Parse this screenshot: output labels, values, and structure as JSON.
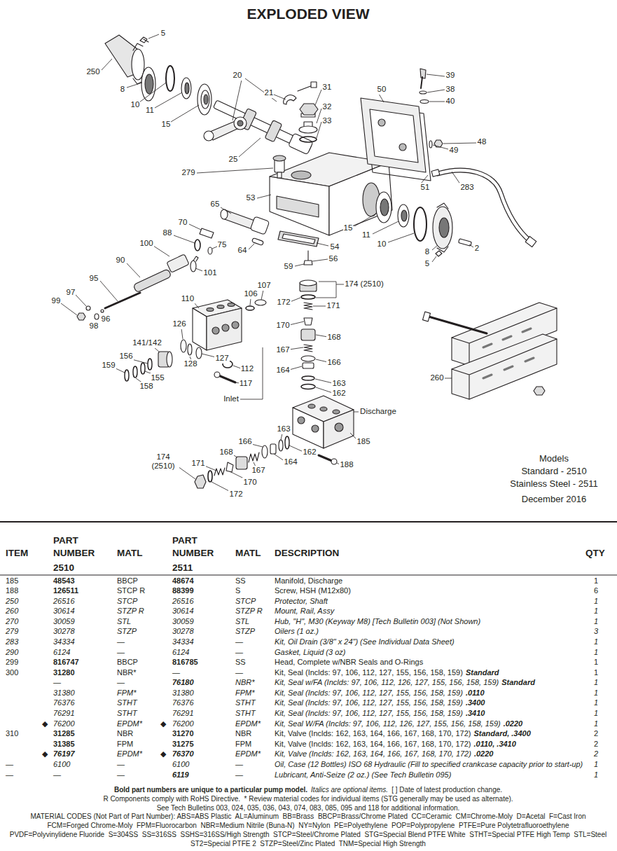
{
  "diagram": {
    "title": "EXPLODED VIEW",
    "labels": [
      "5",
      "250",
      "20",
      "39",
      "8",
      "31",
      "50",
      "38",
      "21",
      "10",
      "40",
      "32",
      "11",
      "33",
      "15",
      "48",
      "49",
      "25",
      "279",
      "51",
      "283",
      "53",
      "65",
      "70",
      "15",
      "88",
      "11",
      "100",
      "75",
      "10",
      "54",
      "2",
      "64",
      "8",
      "56",
      "90",
      "5",
      "59",
      "101",
      "95",
      "174 (2510)",
      "107",
      "97",
      "106",
      "110",
      "99",
      "172",
      "171",
      "96",
      "126",
      "170",
      "98",
      "168",
      "141/142",
      "167",
      "156",
      "127",
      "166",
      "128",
      "159",
      "112",
      "164",
      "260",
      "155",
      "163",
      "117",
      "158",
      "162",
      "Inlet",
      "Discharge",
      "163",
      "185",
      "166",
      "168",
      "162",
      "174 (2510)",
      "164",
      "171",
      "188",
      "167",
      "170",
      "172",
      "Models",
      "Standard - 2510",
      "Stainless Steel - 2511",
      "December 2016",
      "ITEM",
      "PART NUMBER",
      "MATL",
      "PART NUMBER",
      "MATL",
      "DESCRIPTION",
      "QTY",
      "2510",
      "2511",
      "185",
      "48543",
      "BBCP",
      "48674",
      "SS",
      "Manifold, Discharge",
      "1",
      "188",
      "126511",
      "STCP R",
      "88399",
      "S",
      "Screw, HSH (M12x80)",
      "6",
      "250",
      "26516",
      "STCP",
      "26516",
      "STCP",
      "Protector, Shaft",
      "1",
      "260",
      "30614",
      "STZP R",
      "30614",
      "STZP R",
      "Mount, Rail, Assy",
      "1",
      "270",
      "30059",
      "STL",
      "30059",
      "STL",
      "Hub, \"H\", M30 (Keyway M8) [Tech Bulletin 003] (Not Shown)",
      "1",
      "279",
      "30278",
      "STZP",
      "30278",
      "STZP",
      "Oilers (1 oz.)",
      "3",
      "283",
      "34334",
      "—",
      "34334",
      "—",
      "Kit, Oil Drain (3/8\" x 24\") (See Individual Data Sheet)",
      "1",
      "290",
      "6124",
      "—",
      "6124",
      "—",
      "Gasket, Liquid (3 oz)",
      "1",
      "299",
      "816747",
      "BBCP",
      "816785",
      "SS",
      "Head, Complete w/NBR Seals and O-Rings",
      "1",
      "300",
      "31280",
      "NBR*",
      "—",
      "—",
      "Kit, Seal (Inclds: 97, 106, 112, 127, 155, 156, 158, 159)",
      "Standard",
      "1",
      "—",
      "—",
      "76180",
      "NBR*",
      "Kit, Seal w/FA (Inclds: 97, 106, 112, 126, 127, 155, 156, 158, 159)",
      "Standard",
      "1",
      "31380",
      "FPM*",
      "31380",
      "FPM*",
      "Kit, Seal (Inclds: 97, 106, 112, 127, 155, 156, 158, 159)",
      ".0110",
      "1",
      "76376",
      "STHT",
      "76376",
      "STHT",
      "Kit, Seal (Inclds: 97, 106, 112, 127, 155, 156, 158, 159)",
      ".3400",
      "1",
      "76291",
      "STHT",
      "76291",
      "STHT",
      "Kit, Seal (Inclds: 97, 106, 112, 127, 155, 156, 158, 159)",
      ".3410",
      "1",
      "◆",
      "76200",
      "EPDM*",
      "◆",
      "76200",
      "EPDM*",
      "Kit, Seal W/FA (Inclds: 97, 106, 112, 126, 127, 155, 156, 158, 159)",
      ".0220",
      "1",
      "310",
      "31285",
      "NBR",
      "31270",
      "NBR",
      "Kit, Valve (Inclds: 162, 163, 164, 166, 167, 168, 170, 172)",
      "Standard, .3400",
      "2",
      "31385",
      "FPM",
      "31275",
      "FPM",
      "Kit, Valve (Inclds: 162, 163, 164, 166, 167, 168, 170, 172)",
      ".0110, .3410",
      "2",
      "◆",
      "76197",
      "EPDM*",
      "◆",
      "76370",
      "EPDM*",
      "Kit, Valve (Inclds: 162, 163, 164, 166, 167, 168, 170, 172)",
      ".0220",
      "2",
      "—",
      "6100",
      "—",
      "6100",
      "—",
      "Oil, Case (12 Bottles) ISO 68 Hydraulic (Fill to specified crankcase capacity prior to start-up)",
      "1",
      "—",
      "—",
      "—",
      "6119",
      "—",
      "Lubricant, Anti-Seize (2 oz.) (See Tech Bulletin 095)",
      "1",
      "Bold part numbers are unique to a particular pump model.",
      "Italics are optional items.",
      "[ ] Date of latest production change.",
      "R Components comply with RoHS Directive.  * Review material codes for individual items (STG generally may be used as alternate).",
      "See Tech Bulletins 003, 024, 035, 036, 043, 074, 083, 085, 095 and 118 for additional information.",
      "MATERIAL CODES (Not Part of Part Number): ABS=ABS Plastic  AL=Aluminum  BB=Brass  BBCP=Brass/Chrome Plated  CC=Ceramic  CM=Chrome-Moly  D=Acetal  F=Cast Iron",
      "FCM=Forged Chrome-Moly  FPM=Fluorocarbon  NBR=Medium Nitrile (Buna-N)  NY=Nylon  PE=Polyethylene  POP=Polypropylene  PTFE=Pure Polytetrafluoroethylene",
      "PVDF=Polyvinylidene Fluoride  S=304SS  SS=316SS  SSHS=316SS/High Strength  STCP=Steel/Chrome Plated  STG=Special Blend PTFE White  STHT=Special PTFE High Temp  STL=Steel",
      "ST2=Special PTFE 2  STZP=Steel/Zinc Plated  TNM=Special High Strength"
    ]
  }
}
